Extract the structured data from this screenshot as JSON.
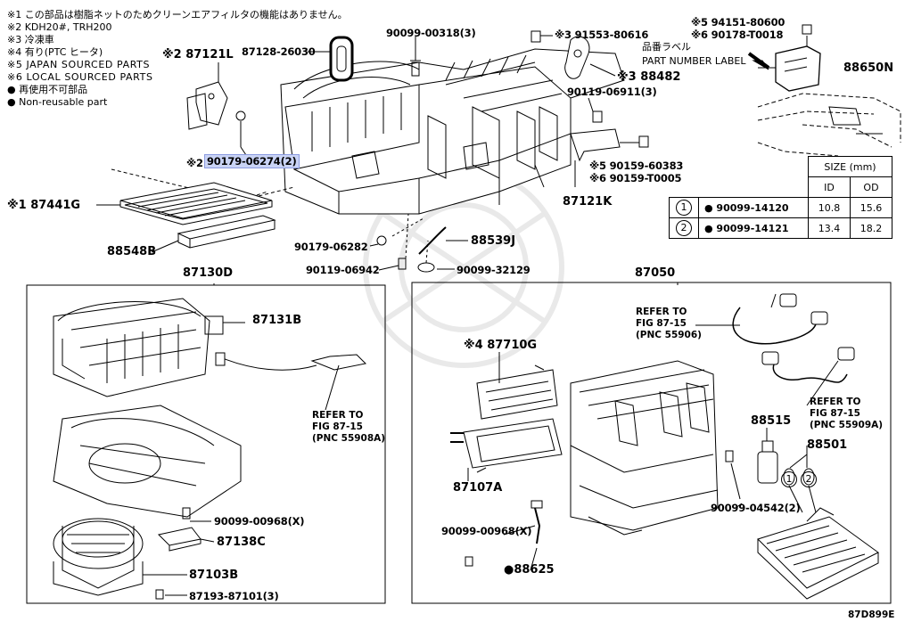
{
  "notes": [
    "※1 この部品は樹脂ネットのためクリーンエアフィルタの機能はありません。",
    "※2 KDH20#, TRH200",
    "※3 冷凍車",
    "※4 有り(PTC ヒータ)",
    "※5 JAPAN SOURCED PARTS",
    "※6 LOCAL SOURCED PARTS",
    "● 再使用不可部品",
    "● Non-reusable part"
  ],
  "labels": {
    "p87121L": "※2 87121L",
    "p87128": "87128-26030",
    "p90099_00318": "90099-00318(3)",
    "p91553": "※3 91553-80616",
    "p88482": "※3 88482",
    "p90119_06911": "90119-06911(3)",
    "p94151": "※5 94151-80600",
    "p90178": "※6 90178-T0018",
    "part_label_jp": "品番ラベル",
    "part_label_en": "PART NUMBER LABEL",
    "p88650N": "88650N",
    "p90179_06274": "90179-06274(2)",
    "p90179_06274_prefix": "※2",
    "p87441G": "※1 87441G",
    "p88548B": "88548B",
    "p90179_06282": "90179-06282",
    "p88539J": "88539J",
    "p90119_06942": "90119-06942",
    "p90099_32129": "90099-32129",
    "p90159_60383": "※5 90159-60383",
    "p90159_T0005": "※6 90159-T0005",
    "p87121K": "87121K",
    "p87130D": "87130D",
    "p87050": "87050",
    "p87131B": "87131B",
    "ref1": [
      "REFER TO",
      "FIG 87-15",
      "(PNC 55908A)"
    ],
    "p90099_00968a": "90099-00968(X)",
    "p87138C": "87138C",
    "p87103B": "87103B",
    "p87193": "87193-87101(3)",
    "ref2": [
      "REFER TO",
      "FIG 87-15",
      "(PNC 55906)"
    ],
    "ref3": [
      "REFER TO",
      "FIG 87-15",
      "(PNC 55909A)"
    ],
    "p87710G": "※4 87710G",
    "p87107A": "87107A",
    "p88515": "88515",
    "p88501": "88501",
    "p90099_04542": "90099-04542(2)",
    "p90099_00968b": "90099-00968(X)",
    "p88625": "●88625",
    "figure_code": "87D899E"
  },
  "size_table": {
    "title": "SIZE (mm)",
    "col_id": "ID",
    "col_od": "OD",
    "rows": [
      {
        "num": "1",
        "part": "● 90099-14120",
        "id": "10.8",
        "od": "15.6"
      },
      {
        "num": "2",
        "part": "● 90099-14121",
        "id": "13.4",
        "od": "18.2"
      }
    ]
  }
}
